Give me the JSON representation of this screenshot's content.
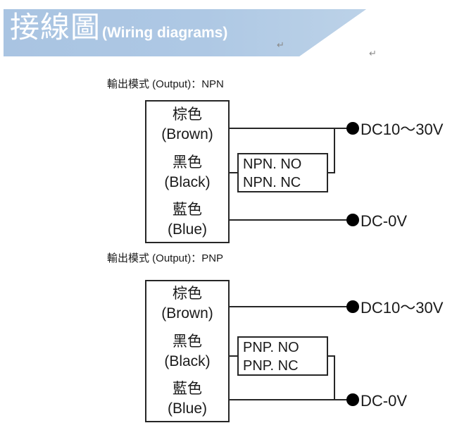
{
  "header": {
    "title_cjk": "接線圖",
    "title_en": "(Wiring diagrams)",
    "pilcrow": "↵",
    "banner_color": "#a9c4e2"
  },
  "diagram": {
    "npn": {
      "section_title": "輸出模式 (Output)：NPN",
      "wires": [
        {
          "name": "brown",
          "label_cjk": "棕色",
          "label_en": "(Brown)"
        },
        {
          "name": "black",
          "label_cjk": "黑色",
          "label_en": "(Black)"
        },
        {
          "name": "blue",
          "label_cjk": "藍色",
          "label_en": "(Blue)"
        }
      ],
      "mode_box": {
        "line1": "NPN. NO",
        "line2": "NPN. NC"
      },
      "terminals": [
        {
          "name": "supply",
          "label": "DC10～30V"
        },
        {
          "name": "ground",
          "label": "DC-0V"
        }
      ]
    },
    "pnp": {
      "section_title": "輸出模式 (Output)：PNP",
      "wires": [
        {
          "name": "brown",
          "label_cjk": "棕色",
          "label_en": "(Brown)"
        },
        {
          "name": "black",
          "label_cjk": "黑色",
          "label_en": "(Black)"
        },
        {
          "name": "blue",
          "label_cjk": "藍色",
          "label_en": "(Blue)"
        }
      ],
      "mode_box": {
        "line1": "PNP. NO",
        "line2": "PNP. NC"
      },
      "terminals": [
        {
          "name": "supply",
          "label": "DC10～30V"
        },
        {
          "name": "ground",
          "label": "DC-0V"
        }
      ]
    }
  }
}
